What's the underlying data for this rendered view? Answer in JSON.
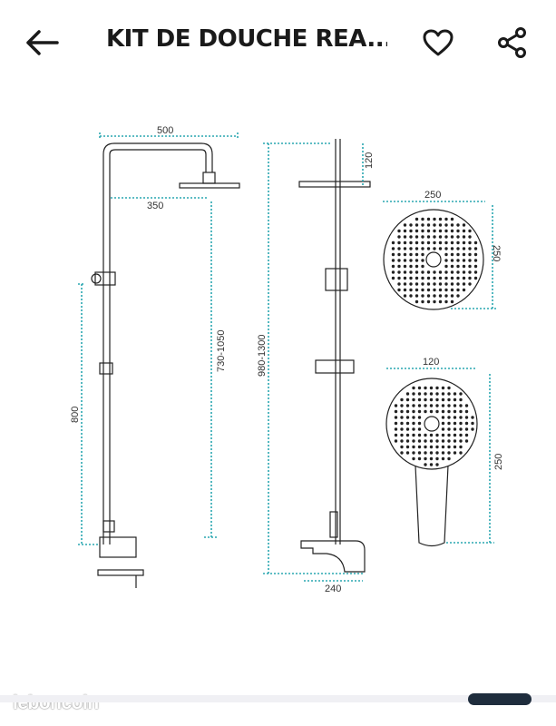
{
  "header": {
    "title": "KIT DE DOUCHE REA...",
    "back_icon": "arrow-left-icon",
    "favorite_icon": "heart-icon",
    "share_icon": "share-icon"
  },
  "drawing": {
    "dimension_color": "#2aa7b0",
    "line_color": "#222222",
    "labels": {
      "arm_length": "500",
      "arm_inner": "350",
      "bar_height": "730-1050",
      "mixer_height": "800",
      "head_offset": "120",
      "total_height": "980-1300",
      "mixer_width": "240",
      "head_width": "250",
      "head_depth": "250",
      "hand_width": "120",
      "hand_length": "250"
    }
  },
  "footer": {
    "watermark": "leboncoin",
    "scroll_thumb_color": "#1f2d3d"
  }
}
